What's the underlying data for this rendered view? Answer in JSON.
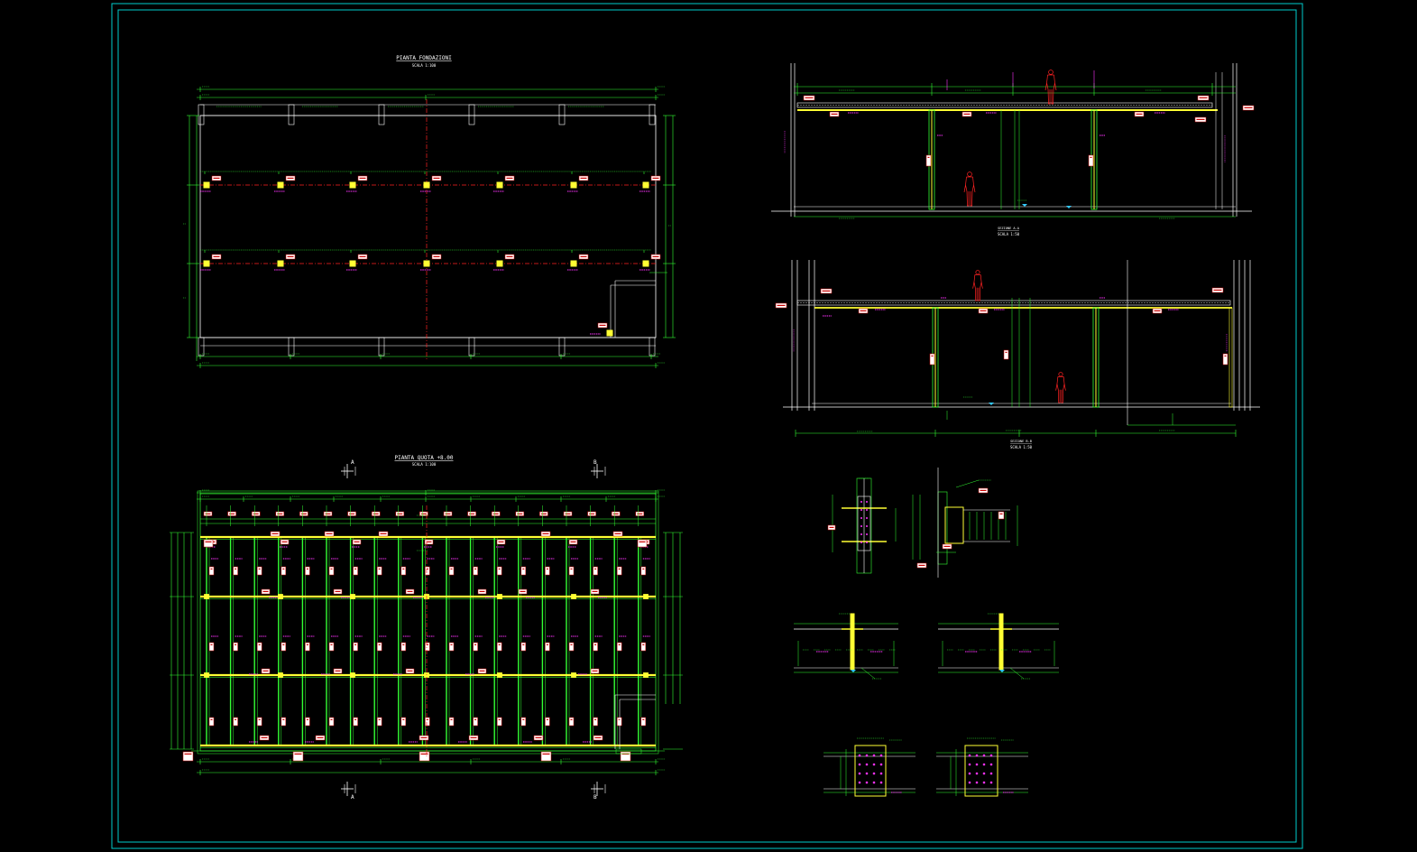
{
  "drawing": {
    "background": "#000000",
    "colors": {
      "frame": "#00cccc",
      "dimension": "#33ff33",
      "structure": "#ffffff",
      "beam": "#ffff33",
      "label": "#ff33ff",
      "axis": "#ff2222",
      "figure": "#ff2222",
      "level": "#33ccff",
      "tag_bg": "#ffffff",
      "tag_fg": "#cc0000"
    },
    "views": {
      "foundation_plan": {
        "title": "PIANTA FONDAZIONI",
        "scale": "SCALA 1:100"
      },
      "roof_plan": {
        "title": "PIANTA QUOTA +8.00",
        "scale": "SCALA 1:100"
      },
      "section_aa": {
        "title": "SEZIONE A-A",
        "scale": "SCALA 1:50"
      },
      "section_bb": {
        "title": "SEZIONE B-B",
        "scale": "SCALA 1:50"
      }
    },
    "section_markers": [
      {
        "letter": "A",
        "position": "top-left"
      },
      {
        "letter": "B",
        "position": "top-right"
      },
      {
        "letter": "A",
        "position": "bottom-left"
      },
      {
        "letter": "B",
        "position": "bottom-right"
      }
    ],
    "details": [
      {
        "name": "column-base-detail-1"
      },
      {
        "name": "column-base-detail-2"
      },
      {
        "name": "beam-connection-detail-1"
      },
      {
        "name": "beam-connection-detail-2"
      },
      {
        "name": "bolted-plate-detail-1"
      },
      {
        "name": "bolted-plate-detail-2"
      }
    ]
  }
}
